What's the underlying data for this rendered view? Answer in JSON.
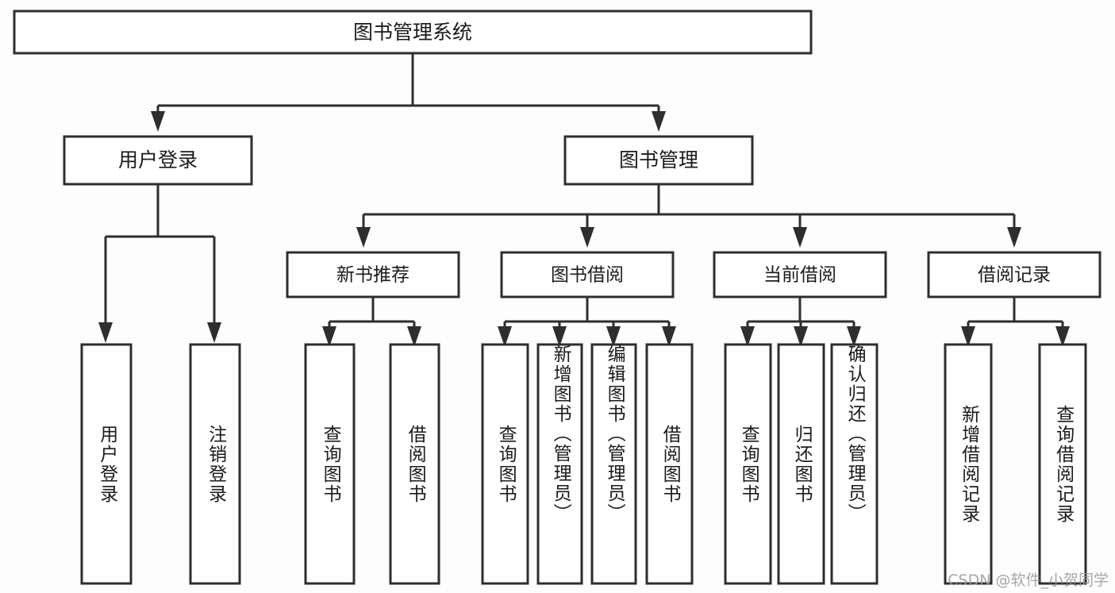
{
  "diagram": {
    "title": "图书管理系统",
    "type": "tree-hierarchy-chart",
    "watermark": "CSDN @软件_小贺同学",
    "colors": {
      "box_stroke": "#2e2e2e",
      "box_fill": "#ffffff",
      "connector": "#2e2e2e",
      "text": "#1b1b1b",
      "background": "#fdfdfd",
      "watermark": "#9a9a9a"
    },
    "root": {
      "label": "图书管理系统"
    },
    "level2": [
      {
        "label": "用户登录"
      },
      {
        "label": "图书管理"
      }
    ],
    "level3": [
      {
        "label": "新书推荐"
      },
      {
        "label": "图书借阅"
      },
      {
        "label": "当前借阅"
      },
      {
        "label": "借阅记录"
      }
    ],
    "leaves": {
      "user_login": [
        {
          "label": "用户登录"
        },
        {
          "label": "注销登录"
        }
      ],
      "new_book_recommend": [
        {
          "label": "查询图书"
        },
        {
          "label": "借阅图书"
        }
      ],
      "book_borrow": [
        {
          "label": "查询图书"
        },
        {
          "label": "新增图书（管理员）"
        },
        {
          "label": "编辑图书（管理员）"
        },
        {
          "label": "借阅图书"
        }
      ],
      "current_borrow": [
        {
          "label": "查询图书"
        },
        {
          "label": "归还图书"
        },
        {
          "label": "确认归还（管理员）"
        }
      ],
      "borrow_record": [
        {
          "label": "新增借阅记录"
        },
        {
          "label": "查询借阅记录"
        }
      ]
    }
  },
  "chart_data": {
    "type": "table",
    "title": "图书管理系统 功能结构图",
    "nodes": [
      {
        "id": "root",
        "label": "图书管理系统",
        "level": 1,
        "parent": null,
        "orientation": "horizontal"
      },
      {
        "id": "n-user-login",
        "label": "用户登录",
        "level": 2,
        "parent": "root",
        "orientation": "horizontal"
      },
      {
        "id": "n-book-mgmt",
        "label": "图书管理",
        "level": 2,
        "parent": "root",
        "orientation": "horizontal"
      },
      {
        "id": "n-new-book",
        "label": "新书推荐",
        "level": 3,
        "parent": "n-book-mgmt",
        "orientation": "horizontal"
      },
      {
        "id": "n-book-borrow",
        "label": "图书借阅",
        "level": 3,
        "parent": "n-book-mgmt",
        "orientation": "horizontal"
      },
      {
        "id": "n-current-borrow",
        "label": "当前借阅",
        "level": 3,
        "parent": "n-book-mgmt",
        "orientation": "horizontal"
      },
      {
        "id": "n-borrow-record",
        "label": "借阅记录",
        "level": 3,
        "parent": "n-book-mgmt",
        "orientation": "horizontal"
      },
      {
        "id": "l-user-login",
        "label": "用户登录",
        "level": 3,
        "parent": "n-user-login",
        "orientation": "vertical"
      },
      {
        "id": "l-logout",
        "label": "注销登录",
        "level": 3,
        "parent": "n-user-login",
        "orientation": "vertical"
      },
      {
        "id": "l-nb-query",
        "label": "查询图书",
        "level": 4,
        "parent": "n-new-book",
        "orientation": "vertical"
      },
      {
        "id": "l-nb-borrow",
        "label": "借阅图书",
        "level": 4,
        "parent": "n-new-book",
        "orientation": "vertical"
      },
      {
        "id": "l-bb-query",
        "label": "查询图书",
        "level": 4,
        "parent": "n-book-borrow",
        "orientation": "vertical"
      },
      {
        "id": "l-bb-add",
        "label": "新增图书（管理员）",
        "level": 4,
        "parent": "n-book-borrow",
        "orientation": "vertical"
      },
      {
        "id": "l-bb-edit",
        "label": "编辑图书（管理员）",
        "level": 4,
        "parent": "n-book-borrow",
        "orientation": "vertical"
      },
      {
        "id": "l-bb-borrow",
        "label": "借阅图书",
        "level": 4,
        "parent": "n-book-borrow",
        "orientation": "vertical"
      },
      {
        "id": "l-cb-query",
        "label": "查询图书",
        "level": 4,
        "parent": "n-current-borrow",
        "orientation": "vertical"
      },
      {
        "id": "l-cb-return",
        "label": "归还图书",
        "level": 4,
        "parent": "n-current-borrow",
        "orientation": "vertical"
      },
      {
        "id": "l-cb-confirm",
        "label": "确认归还（管理员）",
        "level": 4,
        "parent": "n-current-borrow",
        "orientation": "vertical"
      },
      {
        "id": "l-br-add",
        "label": "新增借阅记录",
        "level": 4,
        "parent": "n-borrow-record",
        "orientation": "vertical"
      },
      {
        "id": "l-br-query",
        "label": "查询借阅记录",
        "level": 4,
        "parent": "n-borrow-record",
        "orientation": "vertical"
      }
    ]
  }
}
